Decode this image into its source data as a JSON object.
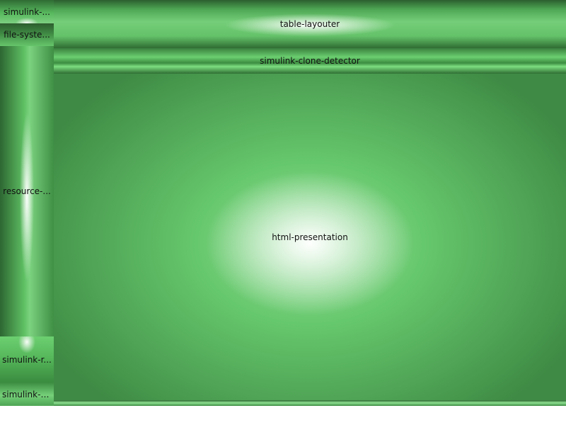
{
  "tiles": {
    "simulink_top": {
      "label": "simulink-..."
    },
    "file_system": {
      "label": "file-syste..."
    },
    "resource": {
      "label": "resource-..."
    },
    "simulink_r": {
      "label": "simulink-r..."
    },
    "simulink_s": {
      "label": "simulink-s..."
    },
    "table_layouter": {
      "label": "table-layouter"
    },
    "clone_detector": {
      "label": "simulink-clone-detector"
    },
    "html_presentation": {
      "label": "html-presentation"
    }
  },
  "colors": {
    "dark_green": "#2f6b34",
    "mid_green": "#5ec063",
    "light_green": "#7bd27f",
    "highlight": "#ffffff",
    "text": "#111111"
  }
}
